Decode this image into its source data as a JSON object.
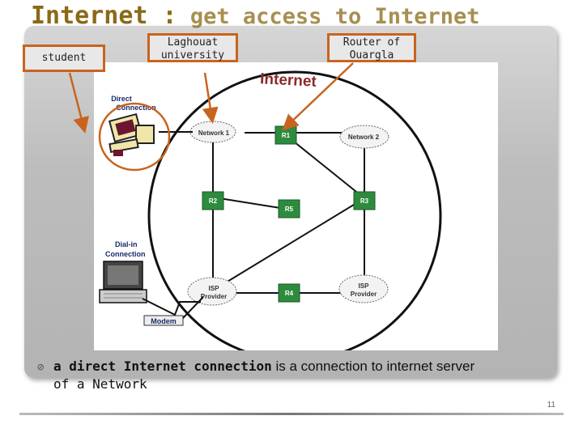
{
  "slide": {
    "title_part1": "Internet :",
    "title_part2": " get access to Internet",
    "page_number": "11"
  },
  "callouts": {
    "student": "student",
    "laghouat": "Laghouat university",
    "router": "Router of Ouargla"
  },
  "diagram": {
    "banner": "Internet",
    "direct_label_1": "Direct",
    "direct_label_2": "Connection",
    "dialin_label_1": "Dial-in",
    "dialin_label_2": "Connection",
    "modem_label": "Modem",
    "clouds": {
      "network1": "Network 1",
      "network2": "Network 2",
      "isp_left_1": "ISP",
      "isp_left_2": "Provider",
      "isp_right_1": "ISP",
      "isp_right_2": "Provider"
    },
    "routers": {
      "r1": "R1",
      "r2": "R2",
      "r3": "R3",
      "r4": "R4",
      "r5": "R5"
    },
    "colors": {
      "router": "#2e8b3e",
      "callout_border": "#c8641e",
      "banner": "#8b2a2a"
    }
  },
  "bullet": {
    "bold_text": "a direct Internet connection",
    "rest_text": " is a connection to internet server",
    "line2": "of a Network"
  }
}
